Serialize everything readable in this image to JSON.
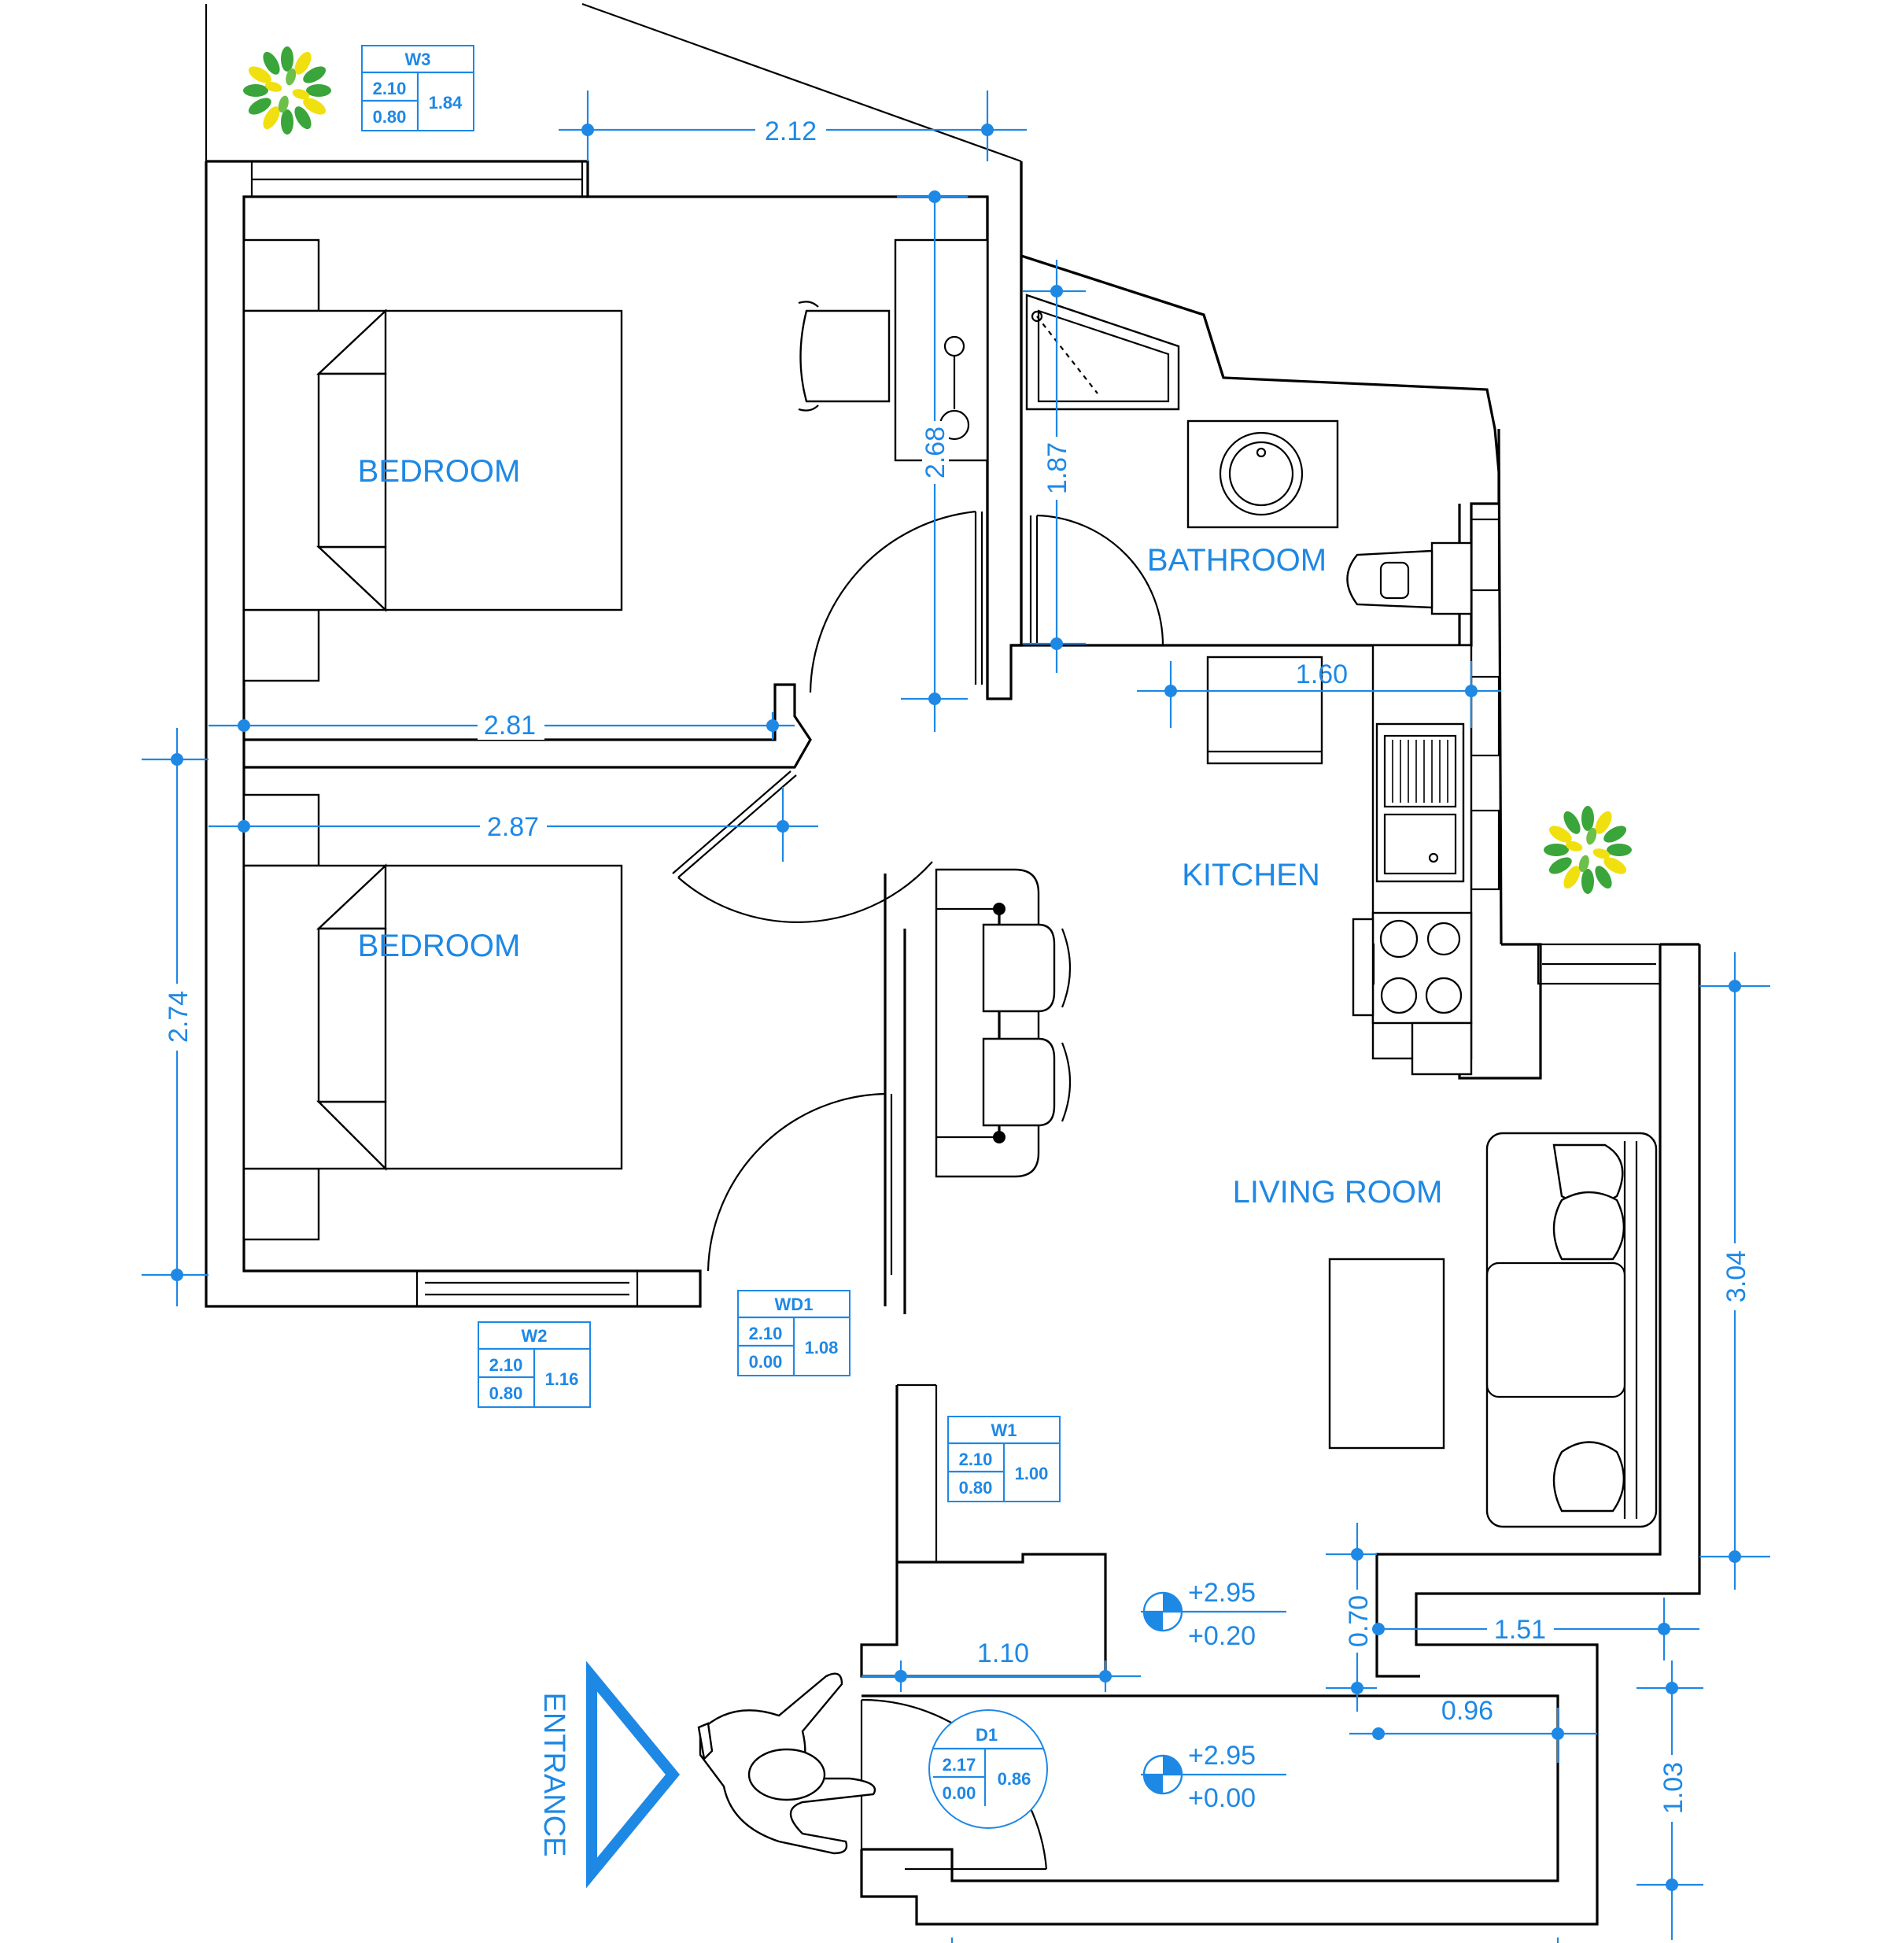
{
  "rooms": {
    "bedroom_1": "BEDROOM",
    "bedroom_2": "BEDROOM",
    "bathroom": "BATHROOM",
    "kitchen": "KITCHEN",
    "living_room": "LIVING ROOM",
    "entrance": "ENTRANCE"
  },
  "dimensions": {
    "d_2_12": "2.12",
    "d_2_68": "2.68",
    "d_1_87": "1.87",
    "d_1_60": "1.60",
    "d_2_81": "2.81",
    "d_2_87": "2.87",
    "d_2_74": "2.74",
    "d_3_04": "3.04",
    "d_0_70": "0.70",
    "d_1_51": "1.51",
    "d_1_10": "1.10",
    "d_0_96": "0.96",
    "d_1_03": "1.03"
  },
  "tags": {
    "w3": {
      "name": "W3",
      "height": "2.10",
      "sill": "0.80",
      "width": "1.84"
    },
    "w2": {
      "name": "W2",
      "height": "2.10",
      "sill": "0.80",
      "width": "1.16"
    },
    "wd1": {
      "name": "WD1",
      "height": "2.10",
      "sill": "0.00",
      "width": "1.08"
    },
    "w1": {
      "name": "W1",
      "height": "2.10",
      "sill": "0.80",
      "width": "1.00"
    },
    "d1": {
      "name": "D1",
      "height": "2.17",
      "sill": "0.00",
      "width": "0.86"
    }
  },
  "levels": {
    "upper": {
      "top": "+2.95",
      "bottom": "+0.20"
    },
    "lower": {
      "top": "+2.95",
      "bottom": "+0.00"
    }
  },
  "colors": {
    "annotation": "#1e88e5",
    "line": "#000000",
    "plant_green": "#3aa53a",
    "plant_yellow": "#f0e010"
  }
}
